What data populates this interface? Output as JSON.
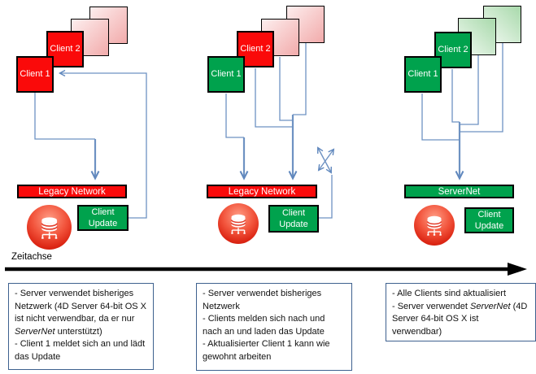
{
  "diagram": {
    "timeline_label": "Zeitachse",
    "colors": {
      "active_red": "#fa0a0a",
      "active_green": "#00a24d",
      "connector_blue": "#6e92c2",
      "note_border_blue": "#3e618f",
      "timeline_black": "#000000",
      "ghost_pink_end": "#f2abab",
      "ghost_green_end": "#a8d9ab",
      "database_icon_red": "#dc2614"
    },
    "icons": {
      "database": "database-network-icon",
      "down_arrow": "arrow-down-icon",
      "update_arrows": "crossed-up-arrows-icon",
      "timeline_arrow": "arrow-right-icon"
    }
  },
  "columns": [
    {
      "client1": "Client 1",
      "client2": "Client 2",
      "network": "Legacy Network",
      "update": "Client Update",
      "note_parts": [
        "- Server verwendet bisheriges Netzwerk (4D Server 64-bit OS X ist nicht verwendbar, da er nur ",
        "ServerNet",
        " unterstützt)\n- Client 1 meldet sich an und lädt das Update"
      ]
    },
    {
      "client1": "Client 1",
      "client2": "Client 2",
      "network": "Legacy Network",
      "update": "Client Update",
      "note_parts": [
        "- Server verwendet bisheriges Netzwerk\n- Clients melden sich nach und nach an und laden das Update\n- Aktualisierter Client 1 kann wie gewohnt arbeiten",
        "",
        ""
      ]
    },
    {
      "client1": "Client 1",
      "client2": "Client 2",
      "network": "ServerNet",
      "update": "Client Update",
      "note_parts": [
        "- Alle Clients sind aktualisiert\n- Server verwendet ",
        "ServerNet",
        " (4D Server 64-bit OS X ist verwendbar)"
      ]
    }
  ]
}
